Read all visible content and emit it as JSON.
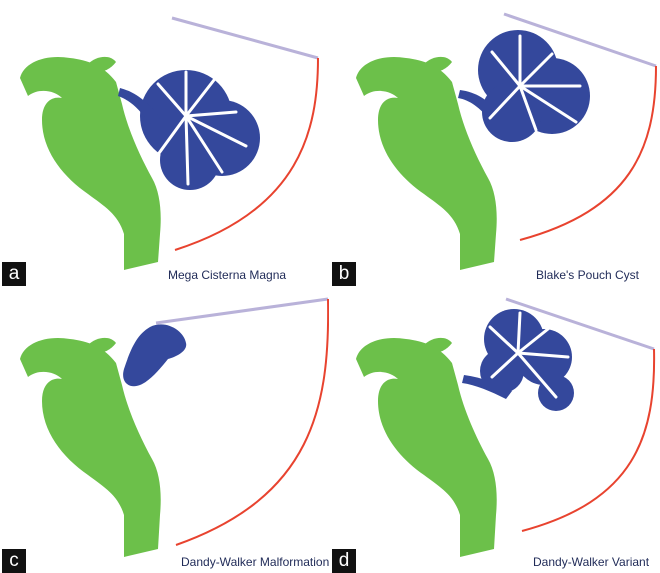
{
  "panels": [
    {
      "letter": "a",
      "caption": "Mega Cisterna Magna",
      "vermis": "large"
    },
    {
      "letter": "b",
      "caption": "Blake's Pouch Cyst",
      "vermis": "large-rotated"
    },
    {
      "letter": "c",
      "caption": "Dandy-Walker Malformation",
      "vermis": "tiny"
    },
    {
      "letter": "d",
      "caption": "Dandy-Walker Variant",
      "vermis": "partial"
    }
  ],
  "colors": {
    "brainstem": "#6cc04a",
    "vermis": "#34489c",
    "tentorium": "#b9b2d9",
    "occipital_bone": "#e8432f",
    "badge": "#111111",
    "caption_text": "#1f2a57"
  }
}
